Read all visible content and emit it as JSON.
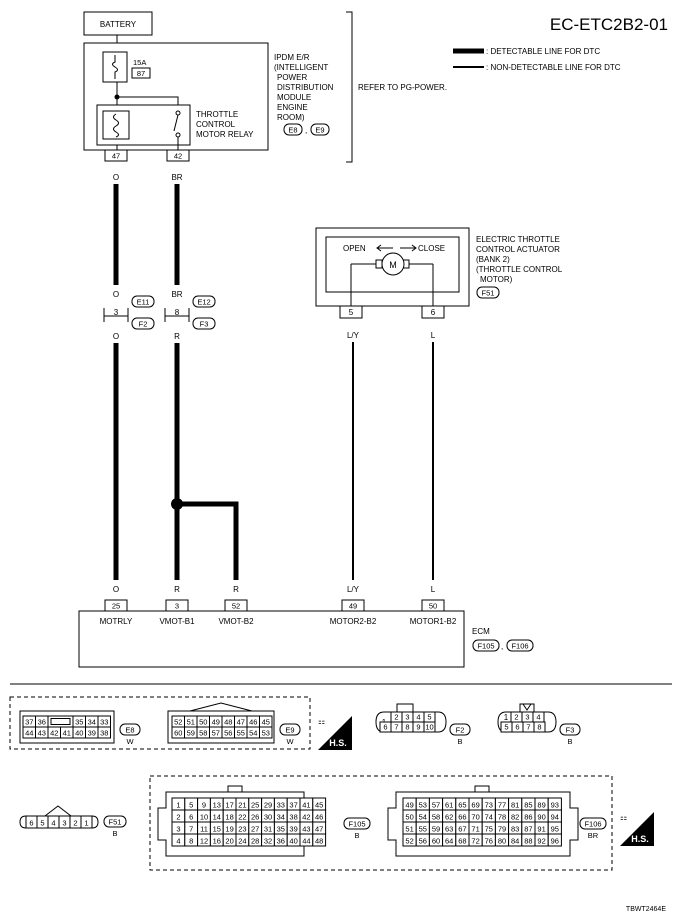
{
  "title": "EC-ETC2B2-01",
  "legend": {
    "detectable": ": DETECTABLE LINE FOR DTC",
    "non_detectable": ": NON-DETECTABLE LINE FOR DTC"
  },
  "battery": "BATTERY",
  "fuse": {
    "amp": "15A",
    "num": "87"
  },
  "ipdm": {
    "lines": [
      "IPDM E/R",
      "(INTELLIGENT",
      "POWER",
      "DISTRIBUTION",
      "MODULE",
      "ENGINE",
      "ROOM)"
    ],
    "conn1": "E8",
    "sep": ",",
    "conn2": "E9",
    "refer": "REFER TO PG-POWER."
  },
  "relay": [
    "THROTTLE",
    "CONTROL",
    "MOTOR RELAY"
  ],
  "ipdm_pins": [
    "47",
    "42"
  ],
  "wires": {
    "motrly_color": "O",
    "vmot_color": "BR",
    "j1_top": "O",
    "j1_pin": "3",
    "j1_bot": "O",
    "j2_top": "BR",
    "j2_pin": "8",
    "j2_bot": "R",
    "j1_conn_top": "E11",
    "j1_conn_bot": "F2",
    "j2_conn_top": "E12",
    "j2_conn_bot": "F3",
    "ecm_c1": "O",
    "ecm_c2": "R",
    "ecm_c3": "R",
    "ecm_c4": "L/Y",
    "ecm_c5": "L",
    "act_c1": "L/Y",
    "act_c2": "L"
  },
  "actuator": {
    "open": "OPEN",
    "close": "CLOSE",
    "motor": "M",
    "pins": [
      "5",
      "6"
    ],
    "lines": [
      "ELECTRIC THROTTLE",
      "CONTROL ACTUATOR",
      "(BANK 2)",
      "(THROTTLE CONTROL",
      "MOTOR)"
    ],
    "conn": "F51"
  },
  "ecm": {
    "label": "ECM",
    "conn1": "F105",
    "sep": ",",
    "conn2": "F106",
    "pins": [
      {
        "num": "25",
        "label": "MOTRLY"
      },
      {
        "num": "3",
        "label": "VMOT-B1"
      },
      {
        "num": "52",
        "label": "VMOT-B2"
      },
      {
        "num": "49",
        "label": "MOTOR2-B2"
      },
      {
        "num": "50",
        "label": "MOTOR1-B2"
      }
    ]
  },
  "connectors": {
    "e8": {
      "id": "E8",
      "color": "W",
      "row1": [
        "37",
        "36",
        "",
        "35",
        "34",
        "33"
      ],
      "row2": [
        "44",
        "43",
        "42",
        "41",
        "40",
        "39",
        "38"
      ]
    },
    "e9": {
      "id": "E9",
      "color": "W",
      "row1": [
        "52",
        "51",
        "50",
        "49",
        "48",
        "47",
        "46",
        "45"
      ],
      "row2": [
        "60",
        "59",
        "58",
        "57",
        "56",
        "55",
        "54",
        "53"
      ]
    },
    "f2": {
      "id": "F2",
      "color": "B",
      "row1": [
        "1",
        "2",
        "3",
        "4",
        "5"
      ],
      "row2": [
        "6",
        "7",
        "8",
        "9",
        "10"
      ]
    },
    "f3": {
      "id": "F3",
      "color": "B",
      "row1": [
        "1",
        "2",
        "3",
        "4"
      ],
      "row2": [
        "5",
        "6",
        "7",
        "8"
      ]
    },
    "f51": {
      "id": "F51",
      "color": "B",
      "row1": [
        "6",
        "5",
        "4",
        "3",
        "2",
        "1"
      ]
    },
    "f105": {
      "id": "F105",
      "color": "B",
      "rows": [
        [
          "1",
          "5",
          "9",
          "13",
          "17",
          "21",
          "25",
          "29",
          "33",
          "37",
          "41",
          "45"
        ],
        [
          "2",
          "6",
          "10",
          "14",
          "18",
          "22",
          "26",
          "30",
          "34",
          "38",
          "42",
          "46"
        ],
        [
          "3",
          "7",
          "11",
          "15",
          "19",
          "23",
          "27",
          "31",
          "35",
          "39",
          "43",
          "47"
        ],
        [
          "4",
          "8",
          "12",
          "16",
          "20",
          "24",
          "28",
          "32",
          "36",
          "40",
          "44",
          "48"
        ]
      ]
    },
    "f106": {
      "id": "F106",
      "color": "BR",
      "rows": [
        [
          "49",
          "53",
          "57",
          "61",
          "65",
          "69",
          "73",
          "77",
          "81",
          "85",
          "89",
          "93"
        ],
        [
          "50",
          "54",
          "58",
          "62",
          "66",
          "70",
          "74",
          "78",
          "82",
          "86",
          "90",
          "94"
        ],
        [
          "51",
          "55",
          "59",
          "63",
          "67",
          "71",
          "75",
          "79",
          "83",
          "87",
          "91",
          "95"
        ],
        [
          "52",
          "56",
          "60",
          "64",
          "68",
          "72",
          "76",
          "80",
          "84",
          "88",
          "92",
          "96"
        ]
      ]
    }
  },
  "hs": "H.S.",
  "code": "TBWT2464E"
}
